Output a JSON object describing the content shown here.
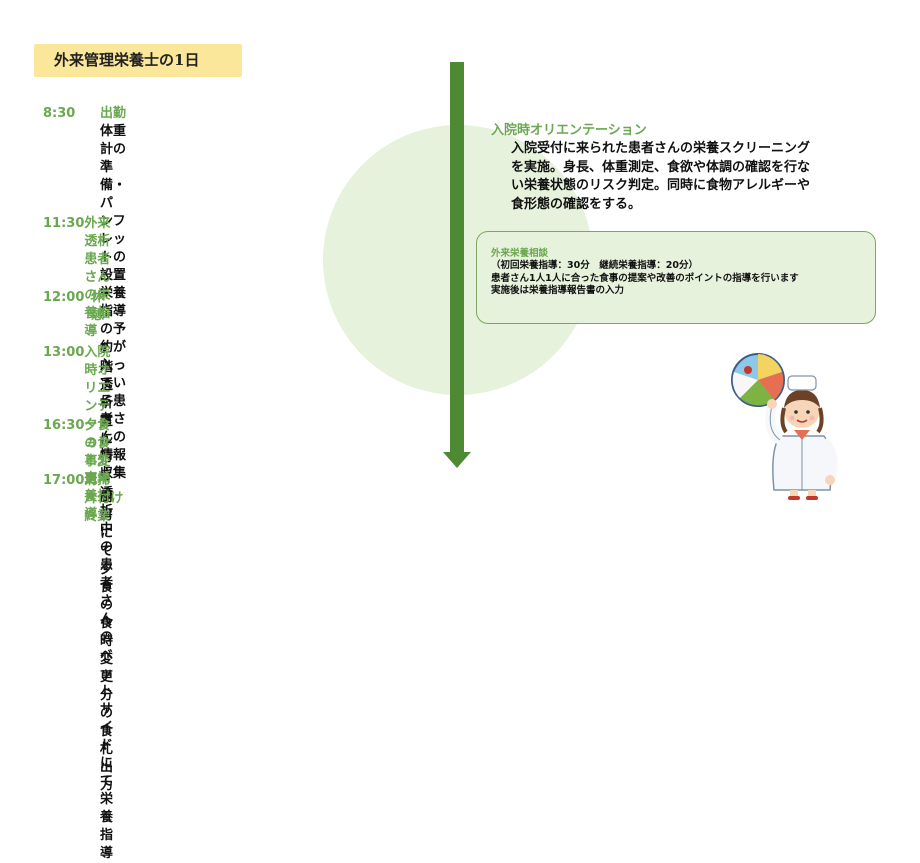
{
  "title": "外来管理栄養士の1日",
  "schedule": [
    {
      "time": "8:30",
      "label": "出勤",
      "details": [
        "体重計の準備・パンフレットの設置",
        "栄養指導の予約が入っている患者さんの",
        "情報収集"
      ]
    },
    {
      "time": "11:30",
      "label": "外来透析患者さんの栄養指導",
      "details": [
        "7階透析室に行き透析中の患者さんの",
        "ベットサイドにて栄養指導"
      ]
    },
    {
      "time": "12:00",
      "label": "休憩",
      "details": []
    },
    {
      "time": "13:00",
      "label": "入院時オリエンテーションと外来栄養指導",
      "details": []
    },
    {
      "time": "16:30",
      "label": "夕食の食事変更",
      "details": [
        "厨房にて夕食の食時変更分の食札出力"
      ]
    },
    {
      "time": "17:00",
      "label": "清掃　片付け　終業",
      "details": []
    }
  ],
  "orientation": {
    "title": "入院時オリエンテーション",
    "lines": [
      "入院受付に来られた患者さんの栄養スクリーニング",
      "を実施。身長、体重測定、食欲や体調の確認を行な",
      "い栄養状態のリスク判定。同時に食物アレルギーや",
      "食形態の確認をする。"
    ]
  },
  "consultation": {
    "title": "外来栄養相談",
    "lines": [
      "（初回栄養指導：30分　継続栄養指導：20分）",
      "患者さん1人1人に合った食事の提案や改善のポイントの指導を行います",
      "実施後は栄養指導報告書の入力"
    ]
  },
  "colors": {
    "accent_green": "#6aa84f",
    "arrow": "#4e8a34",
    "title_bg": "#fbe79a",
    "circle": "#e6f2dc"
  },
  "illustration": "nutritionist-with-food-plate"
}
